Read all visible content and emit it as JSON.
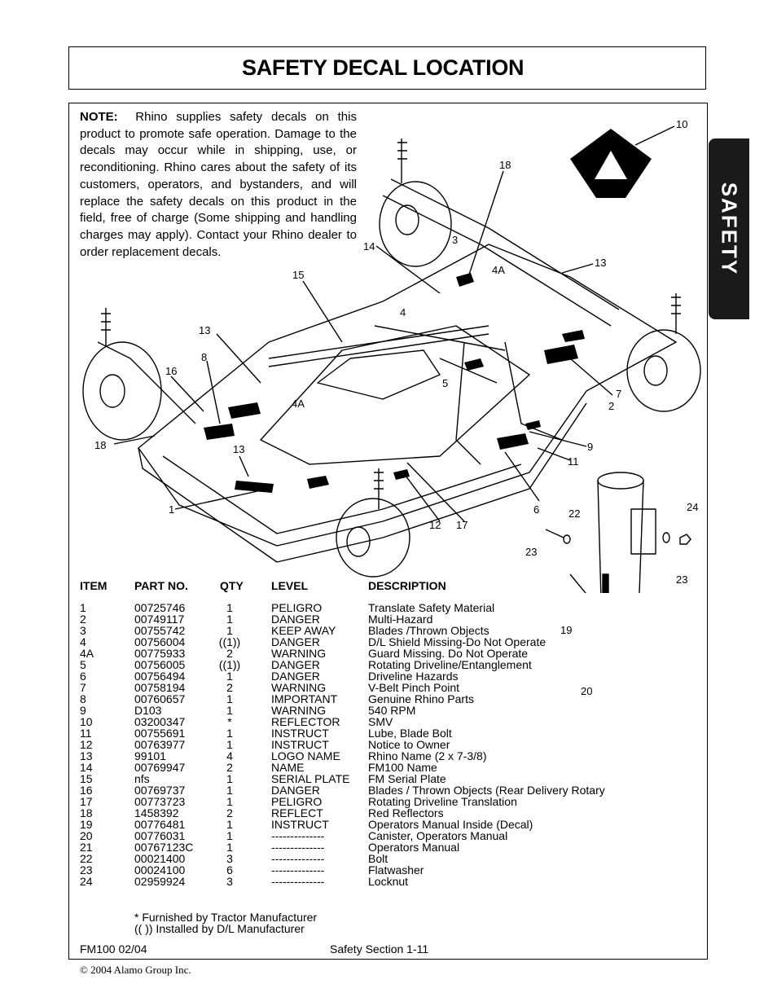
{
  "title": "SAFETY DECAL LOCATION",
  "side_tab": "SAFETY",
  "note": {
    "label": "NOTE:",
    "text": "Rhino supplies safety decals on this product to promote safe operation. Damage to the decals may occur while in shipping, use, or reconditioning. Rhino cares about the safety of its customers, operators, and bystanders, and will replace the safety decals on this product in the field, free of charge (Some shipping and handling charges may apply). Contact your Rhino dealer to order replacement decals."
  },
  "callouts": [
    "10",
    "18",
    "3",
    "14",
    "4A",
    "13",
    "15",
    "4",
    "13",
    "8",
    "16",
    "5",
    "7",
    "2",
    "4A",
    "9",
    "11",
    "18",
    "13",
    "1",
    "12",
    "17",
    "6",
    "22",
    "24",
    "23",
    "23",
    "19",
    "20"
  ],
  "table": {
    "headers": {
      "item": "ITEM",
      "part": "PART NO.",
      "qty": "QTY",
      "level": "LEVEL",
      "desc": "DESCRIPTION"
    },
    "rows": [
      {
        "item": "1",
        "part": "00725746",
        "qty": "1",
        "level": "PELIGRO",
        "desc": "Translate Safety Material"
      },
      {
        "item": "2",
        "part": "00749117",
        "qty": "1",
        "level": "DANGER",
        "desc": "Multi-Hazard"
      },
      {
        "item": "3",
        "part": "00755742",
        "qty": "1",
        "level": "KEEP  AWAY",
        "desc": "Blades /Thrown Objects"
      },
      {
        "item": "4",
        "part": "00756004",
        "qty": "((1))",
        "level": "DANGER",
        "desc": "D/L Shield Missing-Do Not Operate"
      },
      {
        "item": "4A",
        "part": "00775933",
        "qty": "2",
        "level": "WARNING",
        "desc": "Guard Missing. Do Not Operate"
      },
      {
        "item": "5",
        "part": "00756005",
        "qty": "((1))",
        "level": "DANGER",
        "desc": "Rotating Driveline/Entanglement"
      },
      {
        "item": "6",
        "part": "00756494",
        "qty": "1",
        "level": "DANGER",
        "desc": "Driveline Hazards"
      },
      {
        "item": "7",
        "part": "00758194",
        "qty": "2",
        "level": "WARNING",
        "desc": "V-Belt Pinch Point"
      },
      {
        "item": "8",
        "part": "00760657",
        "qty": "1",
        "level": "IMPORTANT",
        "desc": "Genuine Rhino Parts"
      },
      {
        "item": "9",
        "part": "D103",
        "qty": "1",
        "level": "WARNING",
        "desc": "540 RPM"
      },
      {
        "item": "10",
        "part": "03200347",
        "qty": "*",
        "level": "REFLECTOR",
        "desc": "SMV"
      },
      {
        "item": "11",
        "part": "00755691",
        "qty": "1",
        "level": "INSTRUCT",
        "desc": "Lube, Blade Bolt"
      },
      {
        "item": "12",
        "part": "00763977",
        "qty": "1",
        "level": "INSTRUCT",
        "desc": "Notice to Owner"
      },
      {
        "item": "13",
        "part": "99101",
        "qty": "4",
        "level": "LOGO NAME",
        "desc": "Rhino Name (2 x 7-3/8)"
      },
      {
        "item": "14",
        "part": "00769947",
        "qty": "2",
        "level": "NAME",
        "desc": "FM100 Name"
      },
      {
        "item": "15",
        "part": "nfs",
        "qty": "1",
        "level": "SERIAL PLATE",
        "desc": "FM Serial Plate"
      },
      {
        "item": "16",
        "part": "00769737",
        "qty": "1",
        "level": "DANGER",
        "desc": "Blades / Thrown Objects (Rear Delivery Rotary"
      },
      {
        "item": "17",
        "part": "00773723",
        "qty": "1",
        "level": "PELIGRO",
        "desc": "Rotating Driveline Translation"
      },
      {
        "item": "18",
        "part": "1458392",
        "qty": "2",
        "level": "REFLECT",
        "desc": "Red Reflectors"
      },
      {
        "item": "19",
        "part": "00776481",
        "qty": "1",
        "level": "INSTRUCT",
        "desc": "Operators Manual Inside (Decal)"
      },
      {
        "item": "20",
        "part": "00776031",
        "qty": "1",
        "level": "--------------",
        "desc": "Canister, Operators Manual"
      },
      {
        "item": "21",
        "part": "00767123C",
        "qty": "1",
        "level": "--------------",
        "desc": "Operators Manual"
      },
      {
        "item": "22",
        "part": "00021400",
        "qty": "3",
        "level": "--------------",
        "desc": "Bolt"
      },
      {
        "item": "23",
        "part": "00024100",
        "qty": "6",
        "level": "--------------",
        "desc": "Flatwasher"
      },
      {
        "item": "24",
        "part": "02959924",
        "qty": "3",
        "level": "--------------",
        "desc": "Locknut"
      }
    ]
  },
  "footnotes": {
    "star": "* Furnished by Tractor Manufacturer",
    "paren": "(( )) Installed by D/L Manufacturer"
  },
  "footer": {
    "left": "FM100   02/04",
    "center": "Safety Section  1-11",
    "copyright": "© 2004 Alamo Group Inc."
  }
}
